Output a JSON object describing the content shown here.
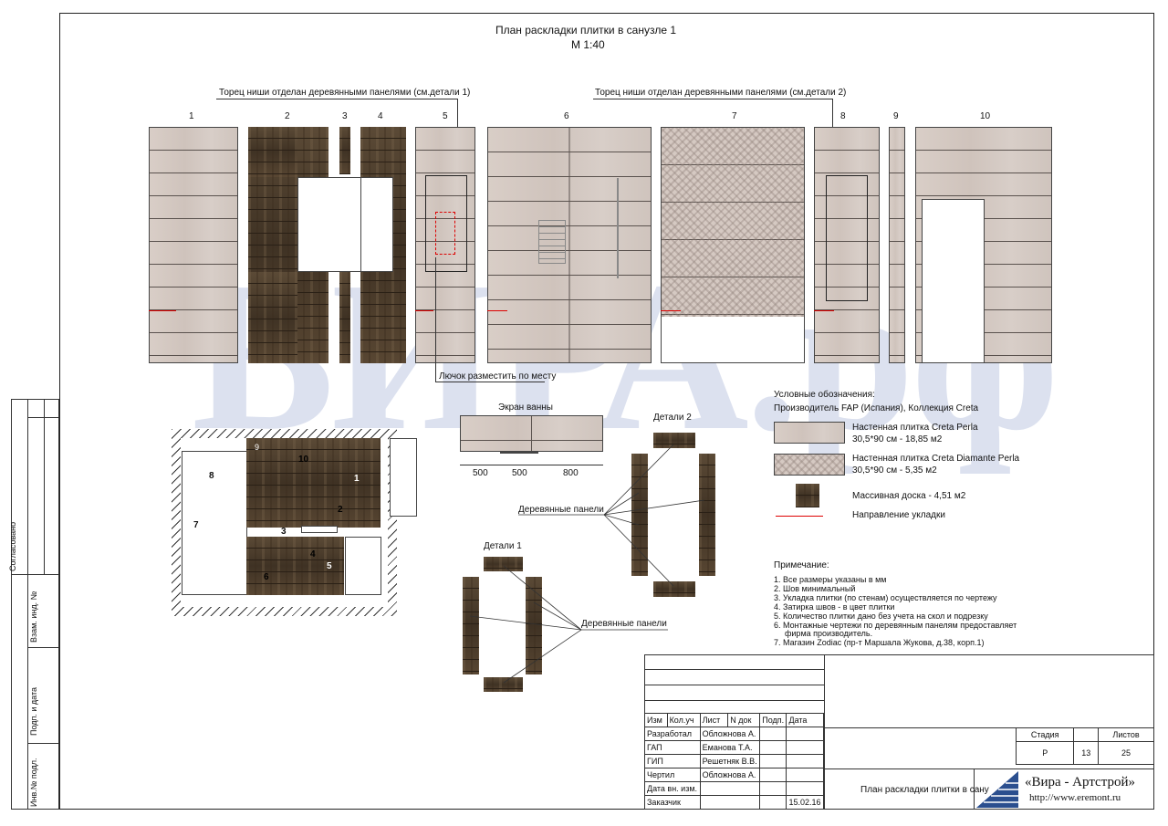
{
  "title": "План раскладки плитки в санузле 1",
  "scale": "М 1:40",
  "callouts": {
    "left": "Торец ниши отделан деревянными панелями (см.детали 1)",
    "right": "Торец ниши отделан деревянными панелями (см.детали 2)",
    "hatch": "Лючок разместить по месту"
  },
  "wall_numbers": [
    "1",
    "2",
    "3",
    "4",
    "5",
    "6",
    "7",
    "8",
    "9",
    "10"
  ],
  "bath_screen": {
    "label": "Экран ванны",
    "dims": [
      "500",
      "500",
      "800"
    ]
  },
  "details": {
    "d1": "Детали 1",
    "d2": "Детали 2",
    "panels_label_1": "Деревянные панели",
    "panels_label_2": "Деревянные панели"
  },
  "plan_marks": [
    "8",
    "7",
    "10",
    "1",
    "2",
    "3",
    "4",
    "5",
    "6",
    "9"
  ],
  "legend": {
    "header": "Условные обозначения:",
    "maker": "Производитель FAP (Испания), Коллекция Creta",
    "items": [
      {
        "line1": "Настенная плитка Creta Perla",
        "line2": "30,5*90 см - 18,85 м2"
      },
      {
        "line1": "Настенная плитка Creta Diamante Perla",
        "line2": "30,5*90 см - 5,35 м2"
      },
      {
        "line1": "Массивная доска - 4,51 м2",
        "line2": ""
      },
      {
        "line1": "Направление укладки",
        "line2": ""
      }
    ]
  },
  "notes": {
    "header": "Примечание:",
    "items": [
      "1. Все размеры указаны в мм",
      "2. Шов минимальный",
      "3. Укладка плитки (по стенам) осуществляется по чертежу",
      "4. Затирка швов - в цвет плитки",
      "5. Количество плитки дано без учета на скол и подрезку",
      "6. Монтажные чертежи по деревянным панелям предоставляет",
      "фирма производитель.",
      "7. Магазин Zodiac (пр-т Маршала Жукова, д.38, корп.1)"
    ]
  },
  "stamp": {
    "head": [
      "Изм",
      "Кол.уч",
      "Лист",
      "N док",
      "Подп.",
      "Дата"
    ],
    "rows": [
      {
        "role": "Разработал",
        "name": "Обложнова А."
      },
      {
        "role": "ГАП",
        "name": "Еманова Т.А."
      },
      {
        "role": "ГИП",
        "name": "Решетняк В.В."
      },
      {
        "role": "Чертил",
        "name": "Обложнова А."
      },
      {
        "role": "Дата вн. изм.",
        "name": ""
      },
      {
        "role": "Заказчик",
        "name": ""
      }
    ],
    "date": "15.02.16",
    "stage_head": [
      "Стадия",
      "",
      "Листов"
    ],
    "stage_vals": [
      "Р",
      "13",
      "25"
    ],
    "sheet_title": "План раскладки плитки в сану",
    "company": "«Вира - Артстрой»",
    "url": "http://www.eremont.ru"
  },
  "side_labels": [
    "Согласовано",
    "Взам. инд. №",
    "Подп. и дата",
    "Инв.№ подл."
  ],
  "watermark": "ВИРА.рф"
}
